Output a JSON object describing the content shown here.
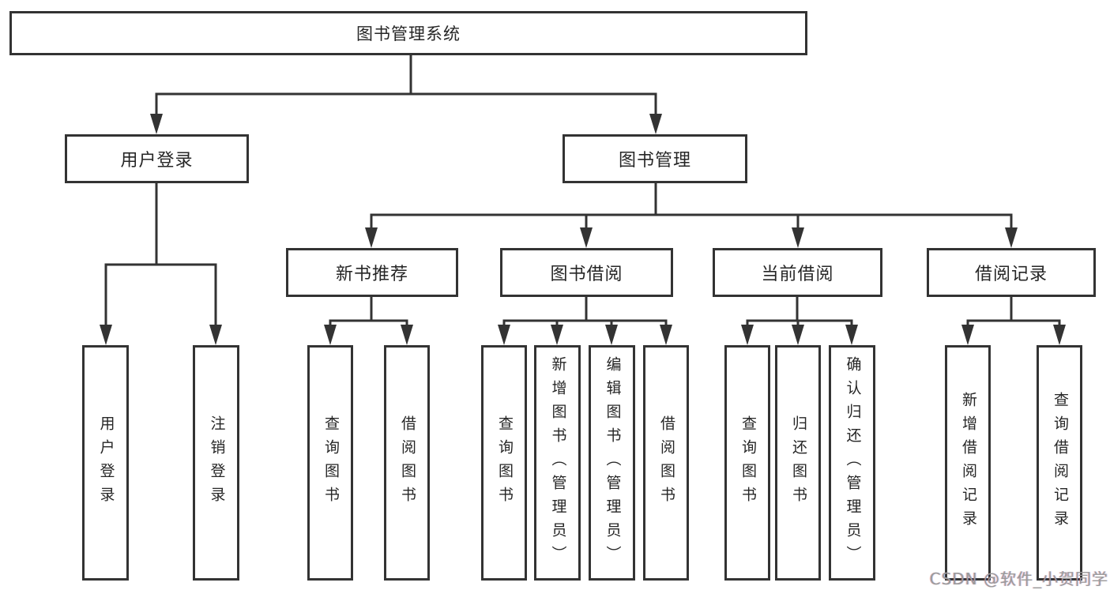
{
  "tree": {
    "root": {
      "label": "图书管理系统"
    },
    "children": [
      {
        "label": "用户登录",
        "children": [
          {
            "label": "用户登录"
          },
          {
            "label": "注销登录"
          }
        ]
      },
      {
        "label": "图书管理",
        "children": [
          {
            "label": "新书推荐",
            "children": [
              {
                "label": "查询图书"
              },
              {
                "label": "借阅图书"
              }
            ]
          },
          {
            "label": "图书借阅",
            "children": [
              {
                "label": "查询图书"
              },
              {
                "label": "新增图书（管理员）"
              },
              {
                "label": "编辑图书（管理员）"
              },
              {
                "label": "借阅图书"
              }
            ]
          },
          {
            "label": "当前借阅",
            "children": [
              {
                "label": "查询图书"
              },
              {
                "label": "归还图书"
              },
              {
                "label": "确认归还（管理员）"
              }
            ]
          },
          {
            "label": "借阅记录",
            "children": [
              {
                "label": "新增借阅记录"
              },
              {
                "label": "查询借阅记录"
              }
            ]
          }
        ]
      }
    ]
  },
  "watermark": {
    "text": "CSDN @软件_小贺同学"
  },
  "colors": {
    "line": "#333333",
    "text": "#262626",
    "background": "#ffffff",
    "watermark": "#9b9b9b"
  }
}
